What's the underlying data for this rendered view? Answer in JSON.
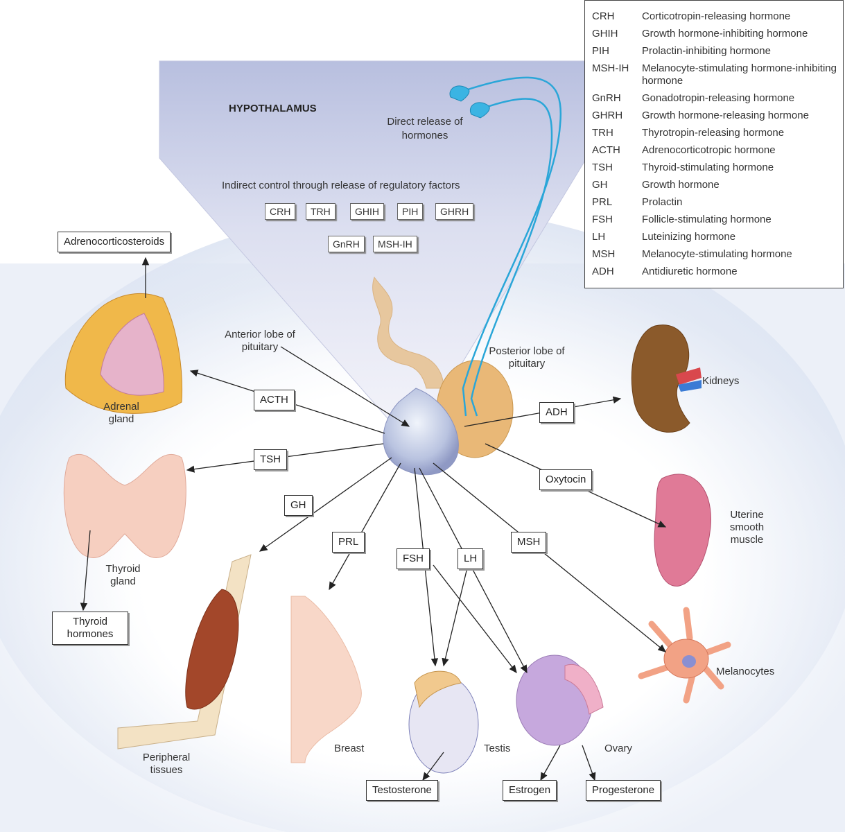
{
  "legend": [
    {
      "abbr": "CRH",
      "def": "Corticotropin-releasing hormone"
    },
    {
      "abbr": "GHIH",
      "def": "Growth hormone-inhibiting hormone"
    },
    {
      "abbr": "PIH",
      "def": "Prolactin-inhibiting hormone"
    },
    {
      "abbr": "MSH-IH",
      "def": "Melanocyte-stimulating hormone-inhibiting hormone"
    },
    {
      "abbr": "GnRH",
      "def": "Gonadotropin-releasing hormone"
    },
    {
      "abbr": "GHRH",
      "def": "Growth hormone-releasing hormone"
    },
    {
      "abbr": "TRH",
      "def": "Thyrotropin-releasing hormone"
    },
    {
      "abbr": "ACTH",
      "def": "Adrenocorticotropic hormone"
    },
    {
      "abbr": "TSH",
      "def": "Thyroid-stimulating hormone"
    },
    {
      "abbr": "GH",
      "def": "Growth hormone"
    },
    {
      "abbr": "PRL",
      "def": "Prolactin"
    },
    {
      "abbr": "FSH",
      "def": "Follicle-stimulating hormone"
    },
    {
      "abbr": "LH",
      "def": "Luteinizing hormone"
    },
    {
      "abbr": "MSH",
      "def": "Melanocyte-stimulating hormone"
    },
    {
      "abbr": "ADH",
      "def": "Antidiuretic hormone"
    }
  ],
  "hypothalamus": {
    "title": "HYPOTHALAMUS",
    "direct_release": "Direct release of hormones",
    "indirect": "Indirect control through release of regulatory factors",
    "factors_row1": [
      "CRH",
      "TRH",
      "GHIH",
      "PIH",
      "GHRH"
    ],
    "factors_row2": [
      "GnRH",
      "MSH-IH"
    ]
  },
  "pituitary": {
    "anterior": "Anterior lobe of pituitary",
    "posterior": "Posterior lobe of pituitary"
  },
  "hormones": {
    "acth": "ACTH",
    "tsh": "TSH",
    "gh": "GH",
    "prl": "PRL",
    "fsh": "FSH",
    "lh": "LH",
    "msh": "MSH",
    "adh": "ADH",
    "oxytocin": "Oxytocin"
  },
  "organs": {
    "adrenal": "Adrenal gland",
    "thyroid": "Thyroid gland",
    "peripheral": "Peripheral tissues",
    "breast": "Breast",
    "testis": "Testis",
    "ovary": "Ovary",
    "melanocytes": "Melanocytes",
    "uterine": "Uterine smooth muscle",
    "kidneys": "Kidneys"
  },
  "products": {
    "adrenocorticosteroids": "Adrenocorticosteroids",
    "thyroid_hormones": "Thyroid hormones",
    "testosterone": "Testosterone",
    "estrogen": "Estrogen",
    "progesterone": "Progesterone"
  },
  "colors": {
    "hypothalamus_fill": "#c9cde6",
    "neuron": "#2aa6d8",
    "posterior_lobe": "#e9b877",
    "adrenal_outer": "#f0b84a",
    "adrenal_inner": "#d79ab5",
    "thyroid": "#f6cfc0",
    "muscle": "#a3472a",
    "kidney": "#8b5a2b",
    "uterus": "#e07a97",
    "ovary": "#c6a8dd",
    "melanocyte": "#f2a285"
  }
}
